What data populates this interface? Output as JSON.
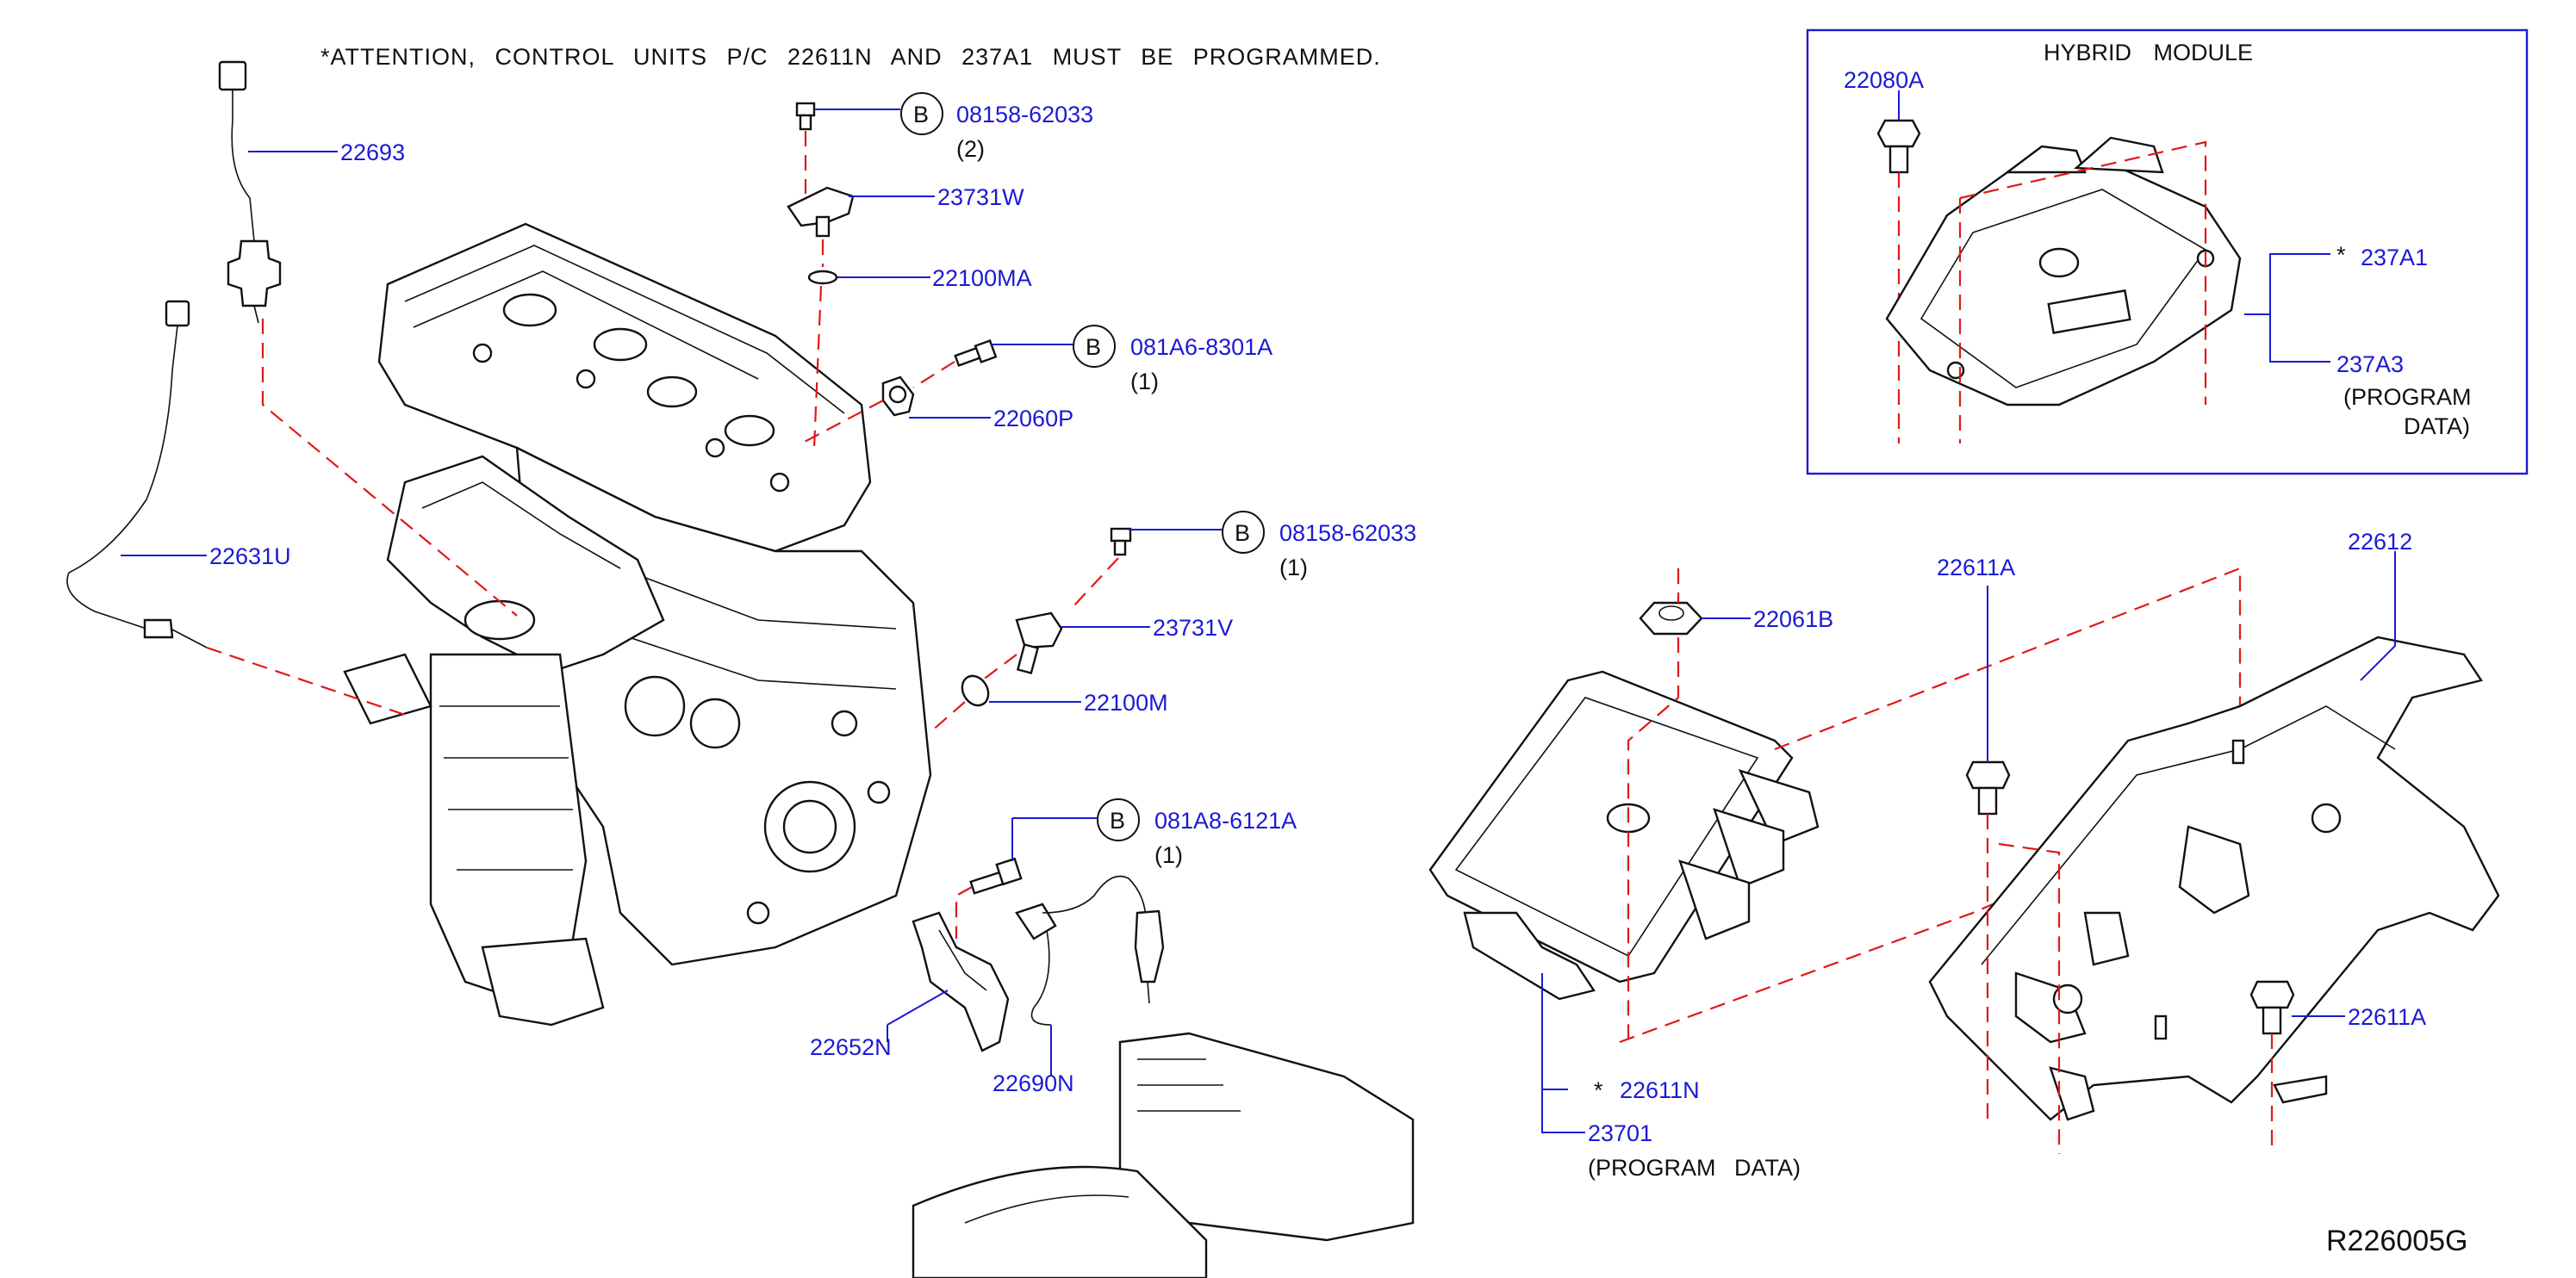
{
  "attention_note": "*ATTENTION, CONTROL UNITS P/C 22611N AND 237A1 MUST BE PROGRAMMED.",
  "hybrid_module": {
    "title": "HYBRID MODULE",
    "part_22080A": "22080A",
    "asterisk": "*",
    "part_237A1": "237A1",
    "part_237A3": "237A3",
    "program_line1": "(PROGRAM",
    "program_line2": "DATA)"
  },
  "bolt_badge": "B",
  "parts": {
    "p22693": "22693",
    "p22631U": "22631U",
    "p08158_top": "08158-62033",
    "qty_top": "(2)",
    "p23731W": "23731W",
    "p22100MA": "22100MA",
    "p081A6": "081A6-8301A",
    "qty_081A6": "(1)",
    "p22060P": "22060P",
    "p08158_mid": "08158-62033",
    "qty_mid": "(1)",
    "p23731V": "23731V",
    "p22100M": "22100M",
    "p081A8": "081A8-6121A",
    "qty_081A8": "(1)",
    "p22652N": "22652N",
    "p22690N": "22690N",
    "p22061B": "22061B",
    "p22611A_top": "22611A",
    "p22612": "22612",
    "p22611A_right": "22611A",
    "asterisk": "*",
    "p22611N": "22611N",
    "p23701": "23701",
    "program_data": "(PROGRAM DATA)"
  },
  "reference_code": "R226005G"
}
